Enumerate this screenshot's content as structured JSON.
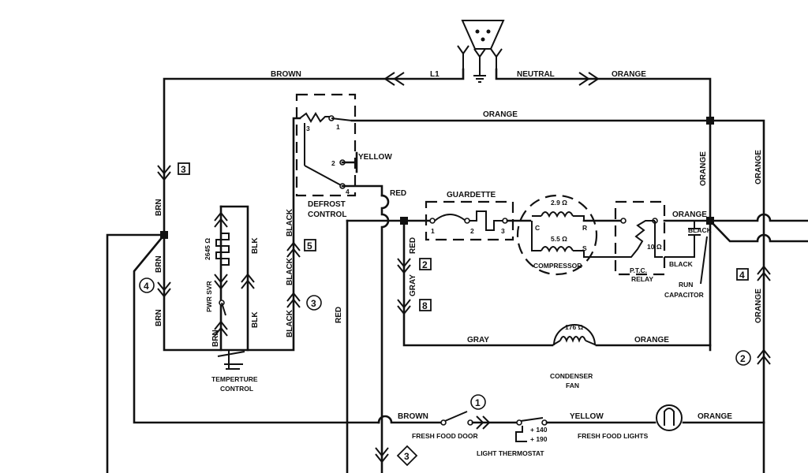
{
  "wire_labels": {
    "brown_top": "BROWN",
    "l1": "L1",
    "neutral": "NEUTRAL",
    "orange_top": "ORANGE",
    "orange_mid": "ORANGE",
    "yellow_dc": "YELLOW",
    "red_dc": "RED",
    "red_vert": "RED",
    "red_lower": "RED",
    "gray_vert": "GRAY",
    "gray_fan": "GRAY",
    "orange_fan": "ORANGE",
    "orange_comp": "ORANGE",
    "black_cap": "BLACK",
    "black_cap2": "BLACK",
    "orange_right_top": "ORANGE",
    "orange_right_bot": "ORANGE",
    "orange_far_right": "ORANGE",
    "brn_1": "BRN",
    "brn_2": "BRN",
    "brn_3": "BRN",
    "brn_tc": "BRN",
    "blk_tc": "BLK",
    "blk_tc2": "BLK",
    "black_1": "BLACK",
    "black_2": "BLACK",
    "black_3": "BLACK",
    "brown_bottom": "BROWN",
    "yellow_bottom": "YELLOW",
    "orange_bottom": "ORANGE"
  },
  "components": {
    "defrost_control": [
      "DEFROST",
      "CONTROL"
    ],
    "guardette": "GUARDETTE",
    "compressor": "COMPRESSOR",
    "ptc_relay": [
      "P.T.C.",
      "RELAY"
    ],
    "run_capacitor": [
      "RUN",
      "CAPACITOR"
    ],
    "condenser_fan": [
      "CONDENSER",
      "FAN"
    ],
    "temperature_control": [
      "TEMPERTURE",
      "CONTROL"
    ],
    "fresh_food_door": "FRESH FOOD DOOR",
    "light_thermostat": "LIGHT THERMOSTAT",
    "fresh_food_lights": "FRESH FOOD LIGHTS",
    "heater_label": "2645 Ω",
    "pwr_svr": "PWR SVR"
  },
  "values": {
    "comp_r1": "2.9 Ω",
    "comp_r2": "5.5 Ω",
    "relay_r": "10 Ω",
    "fan_r": "176 Ω",
    "thermo_hi": "+ 140",
    "thermo_lo": "+ 190"
  },
  "terminals": {
    "dc1": "1",
    "dc2": "2",
    "dc3": "3",
    "dc4": "4",
    "g1": "1",
    "g2": "2",
    "g3": "3",
    "c": "C",
    "r": "R",
    "s": "S"
  },
  "markers": {
    "sq3": "3",
    "sq5": "5",
    "sq2": "2",
    "sq8": "8",
    "sq4": "4",
    "c4": "4",
    "c3": "3",
    "c2": "2",
    "c1": "1",
    "d3": "3"
  }
}
